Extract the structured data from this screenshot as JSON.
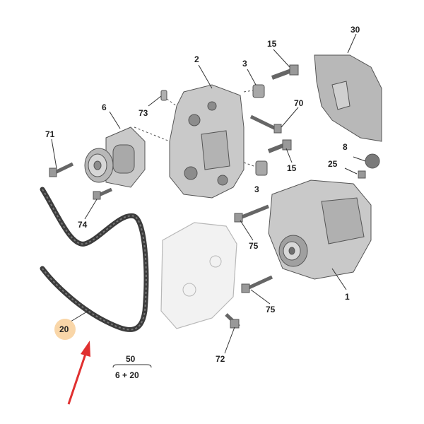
{
  "diagram": {
    "labels": {
      "p1": "1",
      "p2": "2",
      "p3a": "3",
      "p3b": "3",
      "p6": "6",
      "p8": "8",
      "p15a": "15",
      "p15b": "15",
      "p20": "20",
      "p25": "25",
      "p30": "30",
      "p50": "50",
      "p50_sub": "6 + 20",
      "p70": "70",
      "p71": "71",
      "p72": "72",
      "p73": "73",
      "p74": "74",
      "p75a": "75",
      "p75b": "75"
    },
    "colors": {
      "part_fill": "#c9c9c9",
      "part_dark": "#8c8c8c",
      "belt": "#3c3c3c",
      "highlight": "#f9d6a8",
      "arrow": "#e03030",
      "bracket_outline": "#b8b8b8"
    }
  }
}
